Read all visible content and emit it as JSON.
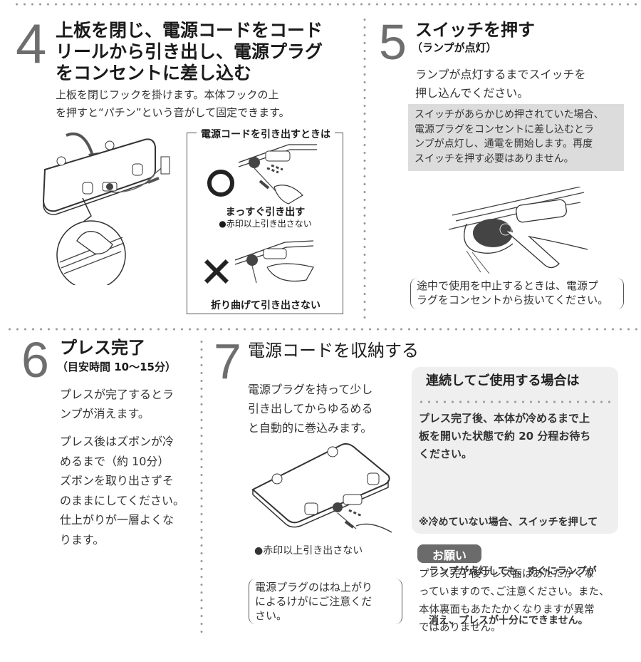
{
  "step4": {
    "number": "4",
    "title_lines": [
      "上板を閉じ、電源コードをコード",
      "リールから引き出し、電源プラグ",
      "をコンセントに差し込む"
    ],
    "body_lines": [
      "上板を閉じフックを掛けます。本体フックの上",
      "を押すと“パチン”という音がして固定できます。"
    ],
    "cord_box": {
      "heading": "電源コードを引き出すときは",
      "ok_symbol": "○",
      "ok_label": "まっすぐ引き出す",
      "ok_sub": "●赤印以上引き出さない",
      "ng_symbol": "×",
      "ng_label": "折り曲げて引き出さない"
    }
  },
  "step5": {
    "number": "5",
    "title": "スイッチを押す",
    "subtitle": "（ランプが点灯）",
    "body_lines": [
      "ランプが点灯するまでスイッチを",
      "押し込んでください。"
    ],
    "gray_note_lines": [
      "スイッチがあらかじめ押されていた場合、",
      "電源プラグをコンセントに差し込むとラ",
      "ンプが点灯し、通電を開始します。再度",
      "スイッチを押す必要はありません。"
    ],
    "bracket_note_lines": [
      "途中で使用を中止するときは、電源プ",
      "ラグをコンセントから抜いてください。"
    ]
  },
  "step6": {
    "number": "6",
    "title": "プレス完了",
    "subtitle": "（目安時間 10〜15分）",
    "para1_lines": [
      "プレスが完了するとラ",
      "ンプが消えます。"
    ],
    "para2_lines": [
      "プレス後はズボンが冷",
      "めるまで（約 10分）",
      "ズボンを取り出さずそ",
      "のままにしてください。",
      "仕上がりが一層よくな",
      "ります。"
    ]
  },
  "step7": {
    "number": "7",
    "title": "電源コードを収納する",
    "body_lines": [
      "電源プラグを持って少し",
      "引き出してからゆるめる",
      "と自動的に巻込みます。"
    ],
    "figure_caption": "●赤印以上引き出さない",
    "bracket_note_lines": [
      "電源プラグのはね上がり",
      "によるけがにご注意くだ",
      "さい。"
    ],
    "continuous_box": {
      "heading": "連続してご使用する場合は",
      "body_lines": [
        "プレス完了後、本体が冷めるまで上",
        "板を開いた状態で約 20 分程お待ち",
        "ください。"
      ],
      "note_lines": [
        "※冷めていない場合、スイッチを押して",
        "　ランプが点灯しても、すぐにランプが",
        "　消え、プレスが十分にできません。"
      ]
    },
    "request": {
      "badge": "お願い",
      "body_lines": [
        "プレス完了後プレス面はあたたかくな",
        "っていますので､ご注意ください。また、",
        "本体裏面もあたたかくなりますが異常",
        "ではありません。"
      ]
    }
  },
  "colors": {
    "number_gray": "#6e6e6e",
    "gray_box": "#dcdcdc",
    "light_box": "#efefef",
    "badge_bg": "#6b6b6b",
    "dots": "#9a9a9a"
  }
}
